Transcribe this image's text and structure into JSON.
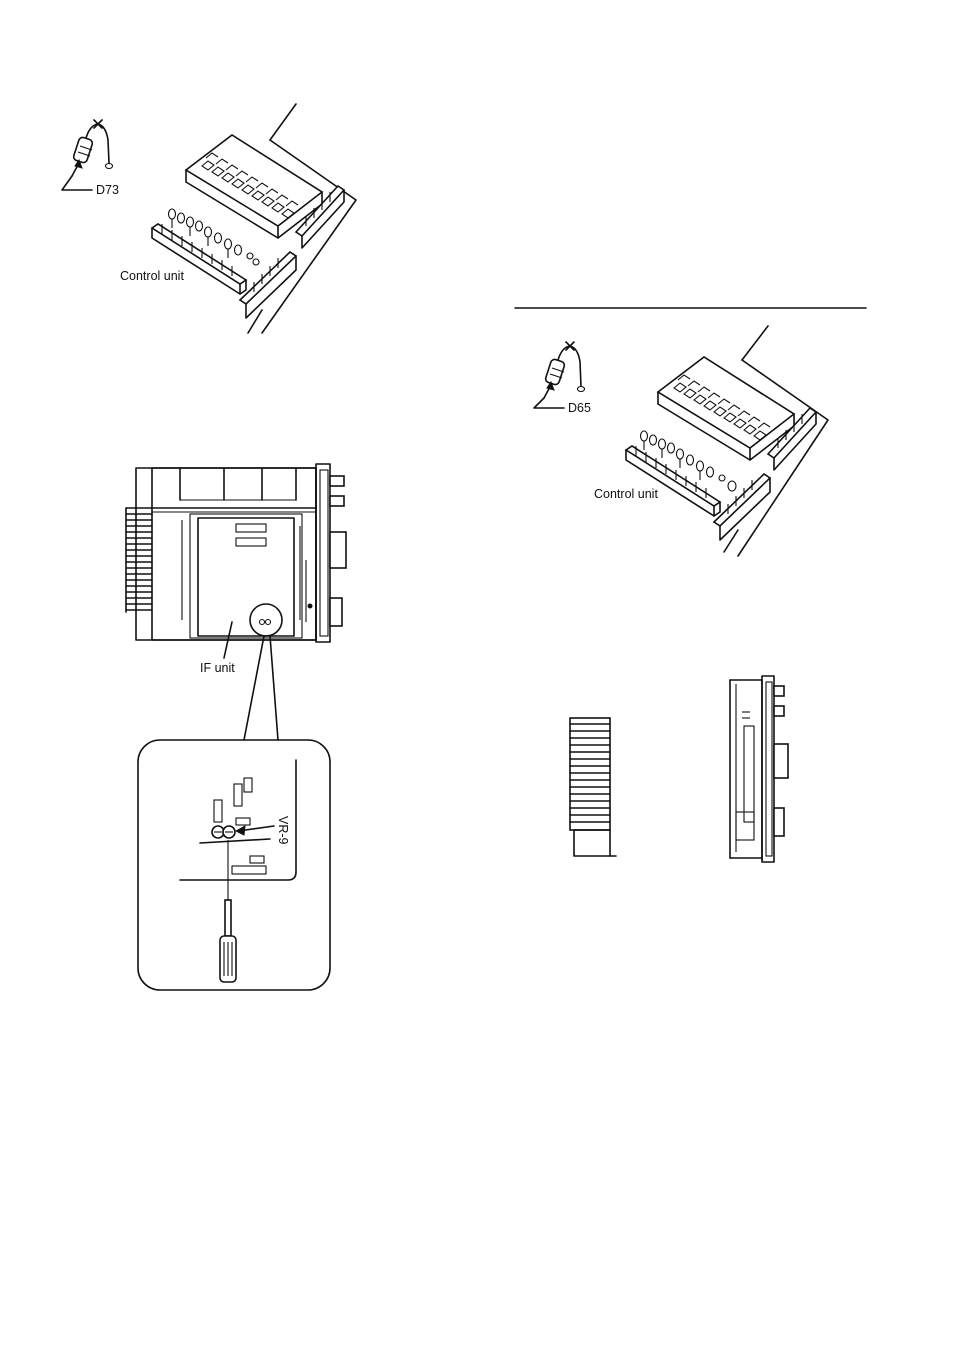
{
  "labels": {
    "d73": "D73",
    "control_unit_top": "Control unit",
    "d65": "D65",
    "control_unit_right": "Control unit",
    "if_unit": "IF unit",
    "vr9": "VR-9"
  }
}
